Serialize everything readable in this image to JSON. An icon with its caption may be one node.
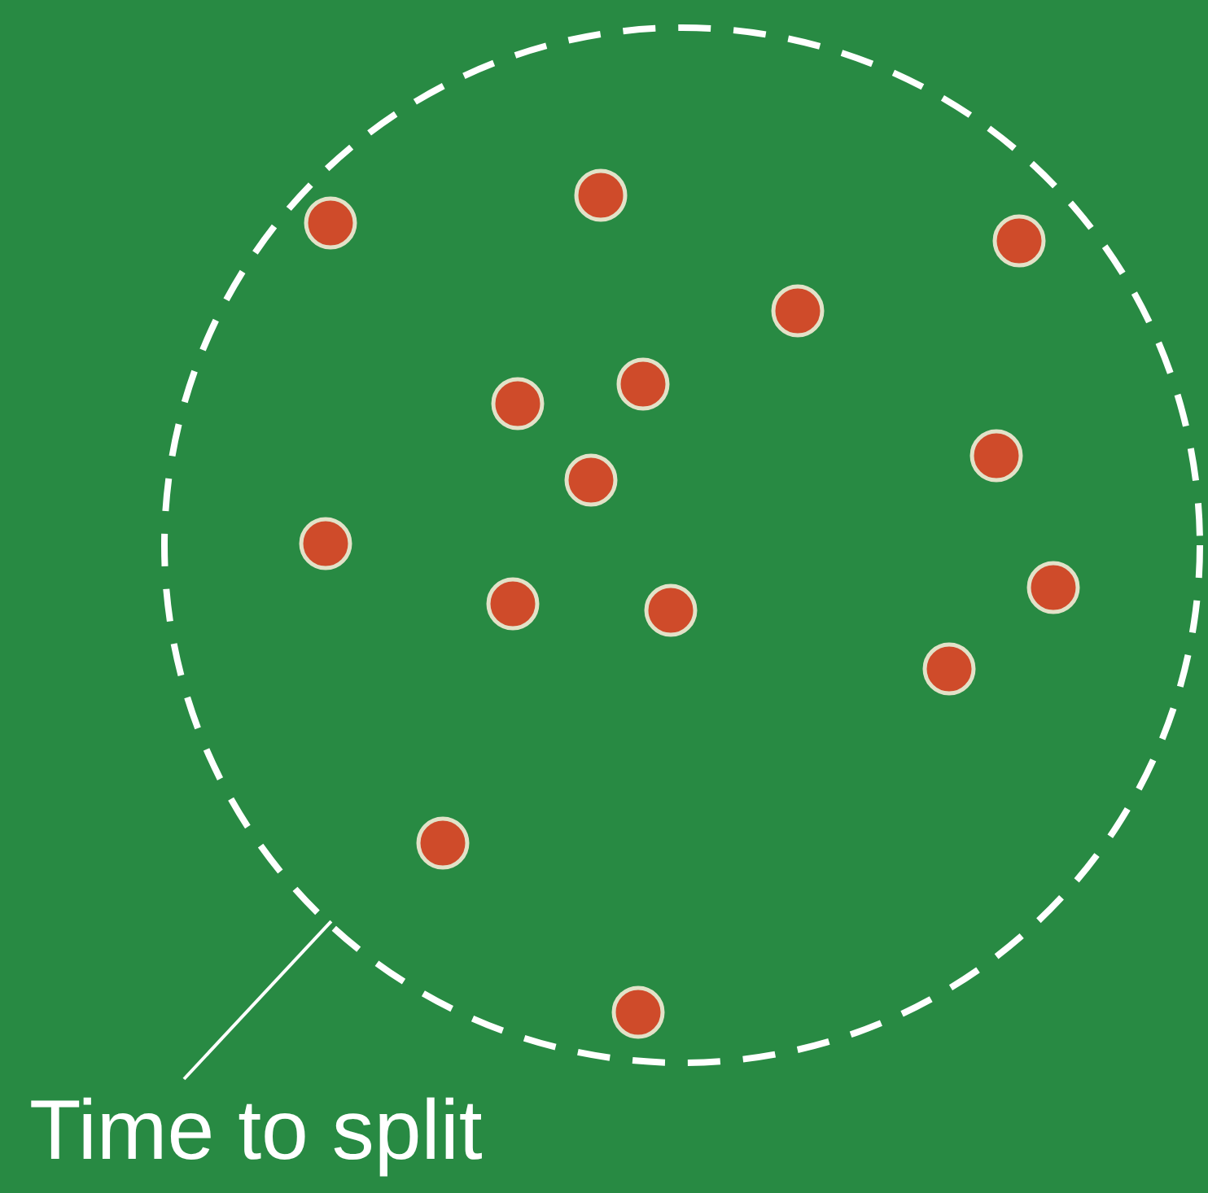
{
  "diagram": {
    "nodes": [
      {
        "text": [
          "Time to split"
        ]
      },
      {
        "text": [],
        "shape": "circle"
      }
    ],
    "edges": [
      {
        "from": 0,
        "to": 1,
        "arrow": "none"
      }
    ]
  }
}
